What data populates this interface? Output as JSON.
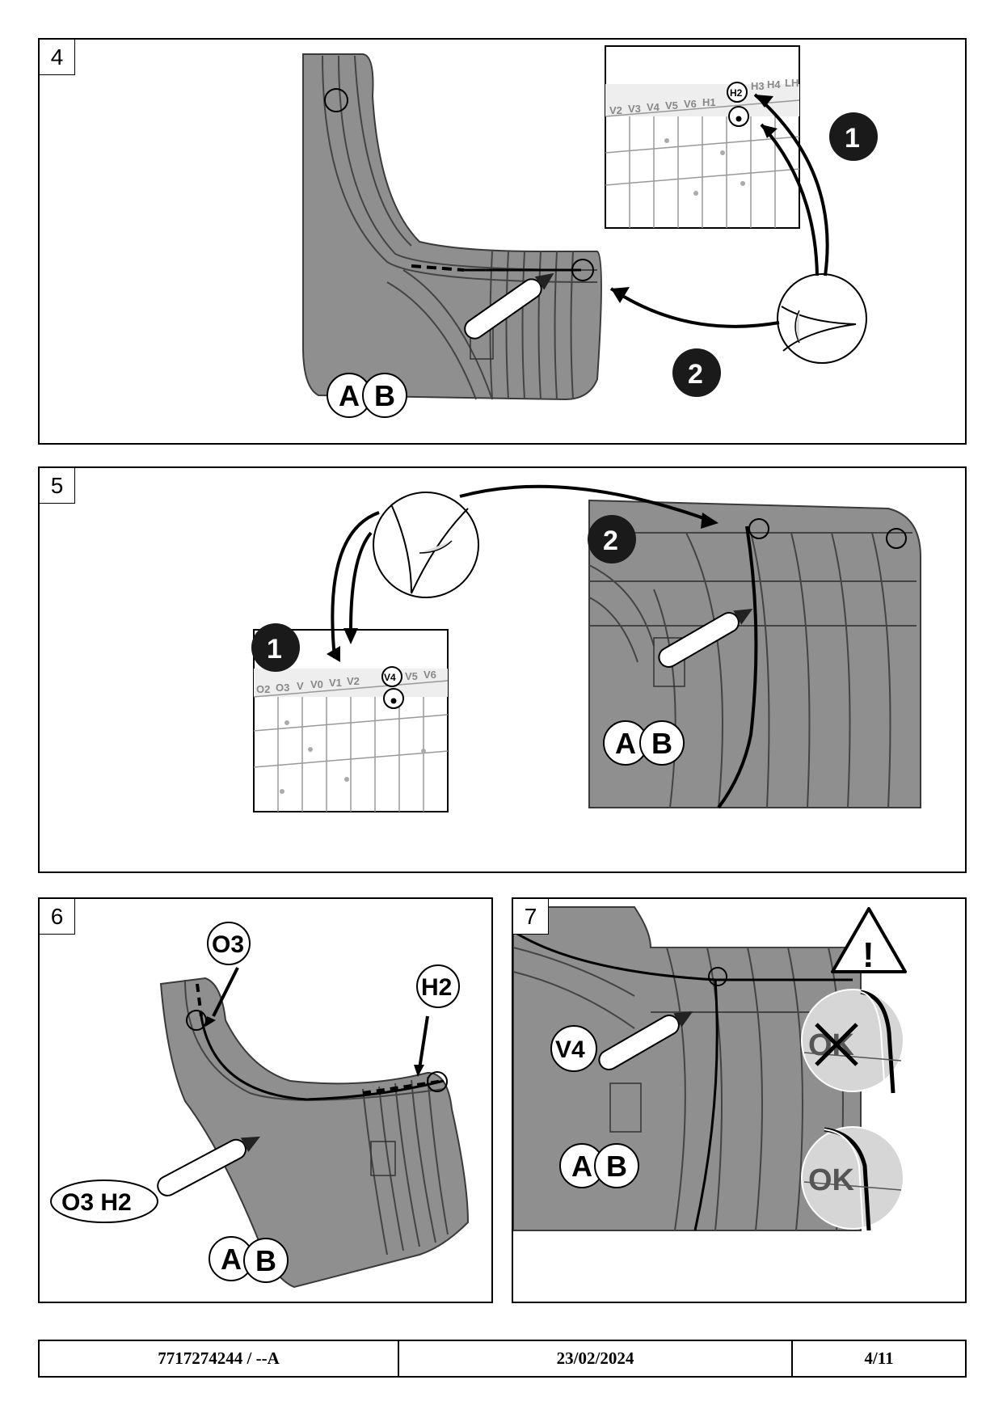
{
  "steps": {
    "s4": {
      "number": "4",
      "zoom_columns": [
        "V2",
        "V3",
        "V4",
        "V5",
        "V6",
        "H1",
        "H2",
        "H3",
        "H4",
        "LH"
      ],
      "callout_1": "1",
      "callout_2": "2",
      "side_a": "A",
      "side_b": "B"
    },
    "s5": {
      "number": "5",
      "zoom_columns": [
        "O2",
        "O3",
        "V",
        "V0",
        "V1",
        "V2",
        "V4",
        "V5",
        "V6"
      ],
      "callout_1": "1",
      "callout_2": "2",
      "side_a": "A",
      "side_b": "B"
    },
    "s6": {
      "number": "6",
      "label_o3": "O3",
      "label_h2": "H2",
      "label_both": "O3 H2",
      "side_a": "A",
      "side_b": "B"
    },
    "s7": {
      "number": "7",
      "label_v4": "V4",
      "warning": "!",
      "wrong": "OK",
      "right": "OK",
      "side_a": "A",
      "side_b": "B"
    }
  },
  "footer": {
    "doc_ref": "7717274244 / --A",
    "date": "23/02/2024",
    "page": "4/11"
  },
  "colors": {
    "flap_fill": "#8f8f8f",
    "flap_stroke": "#3a3a3a",
    "callout_fill": "#1a1a1a",
    "zoom_gray": "#e6e6e6"
  }
}
